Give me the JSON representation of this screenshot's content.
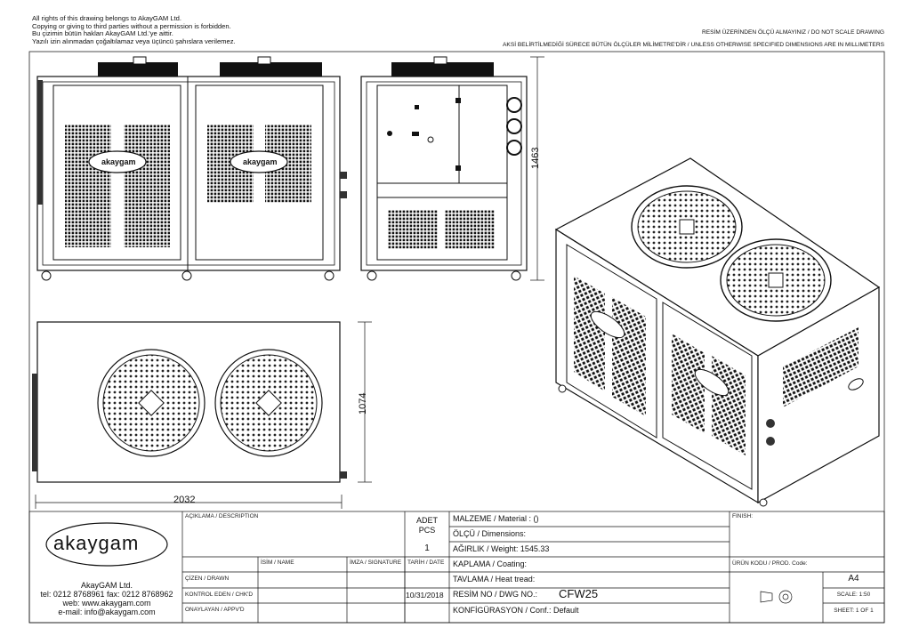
{
  "header": {
    "left_lines": [
      "All rights of this drawing belongs to AkayGAM Ltd.",
      "Copying or giving to third parties without a permission is forbidden.",
      "Bu çizimin bütün hakları AkayGAM Ltd.'ye aittir.",
      "Yazılı izin alınmadan çoğaltılamaz veya üçüncü şahıslara verilemez."
    ],
    "right_line1": "RESİM ÜZERİNDEN ÖLÇÜ ALMAYINIZ / DO NOT SCALE DRAWING",
    "right_line2": "AKSİ BELİRTİLMEDİĞİ SÜRECE BÜTÜN ÖLÇÜLER MİLİMETRE'DİR / UNLESS OTHERWISE SPECIFIED DIMENSIONS ARE IN MILLIMETERS"
  },
  "drawing": {
    "brand_badge": "akaygam",
    "dim_height": "1463",
    "dim_depth": "1074",
    "dim_width": "2032"
  },
  "title_block": {
    "logo_text": "akaygam",
    "company": "AkayGAM Ltd.",
    "phone": "tel: 0212 8768961 fax: 0212 8768962",
    "web": "web: www.akaygam.com",
    "email": "e-mail: info@akaygam.com",
    "description_label": "AÇIKLAMA / DESCRIPTION",
    "qty_label1": "ADET",
    "qty_label2": "PCS",
    "qty_value": "1",
    "material": "MALZEME / Material :  ()",
    "dimensions": "ÖLÇÜ / Dimensions:",
    "weight": "AĞIRLIK / Weight: 1545.33",
    "coating": "KAPLAMA / Coating:",
    "heat_tread": "TAVLAMA / Heat tread:",
    "dwg_label": "RESİM NO / DWG NO.:",
    "dwg_no": "CFW25",
    "config": "KONFİGÜRASYON / Conf.:  Default",
    "finish_label": "FINISH:",
    "prod_code_label": "ÜRÜN KODU / PROD. Code:",
    "size": "A4",
    "scale": "SCALE: 1:50",
    "sheet": "SHEET: 1 OF 1",
    "col_name": "İSİM / NAME",
    "col_sign": "İMZA / SIGNATURE",
    "col_date": "TARİH / DATE",
    "row_drawn": "ÇİZEN / DRAWN",
    "row_checked": "KONTROL EDEN / CHK'D",
    "row_approved": "ONAYLAYAN / APPV'D",
    "date_value": "10/31/2018"
  }
}
